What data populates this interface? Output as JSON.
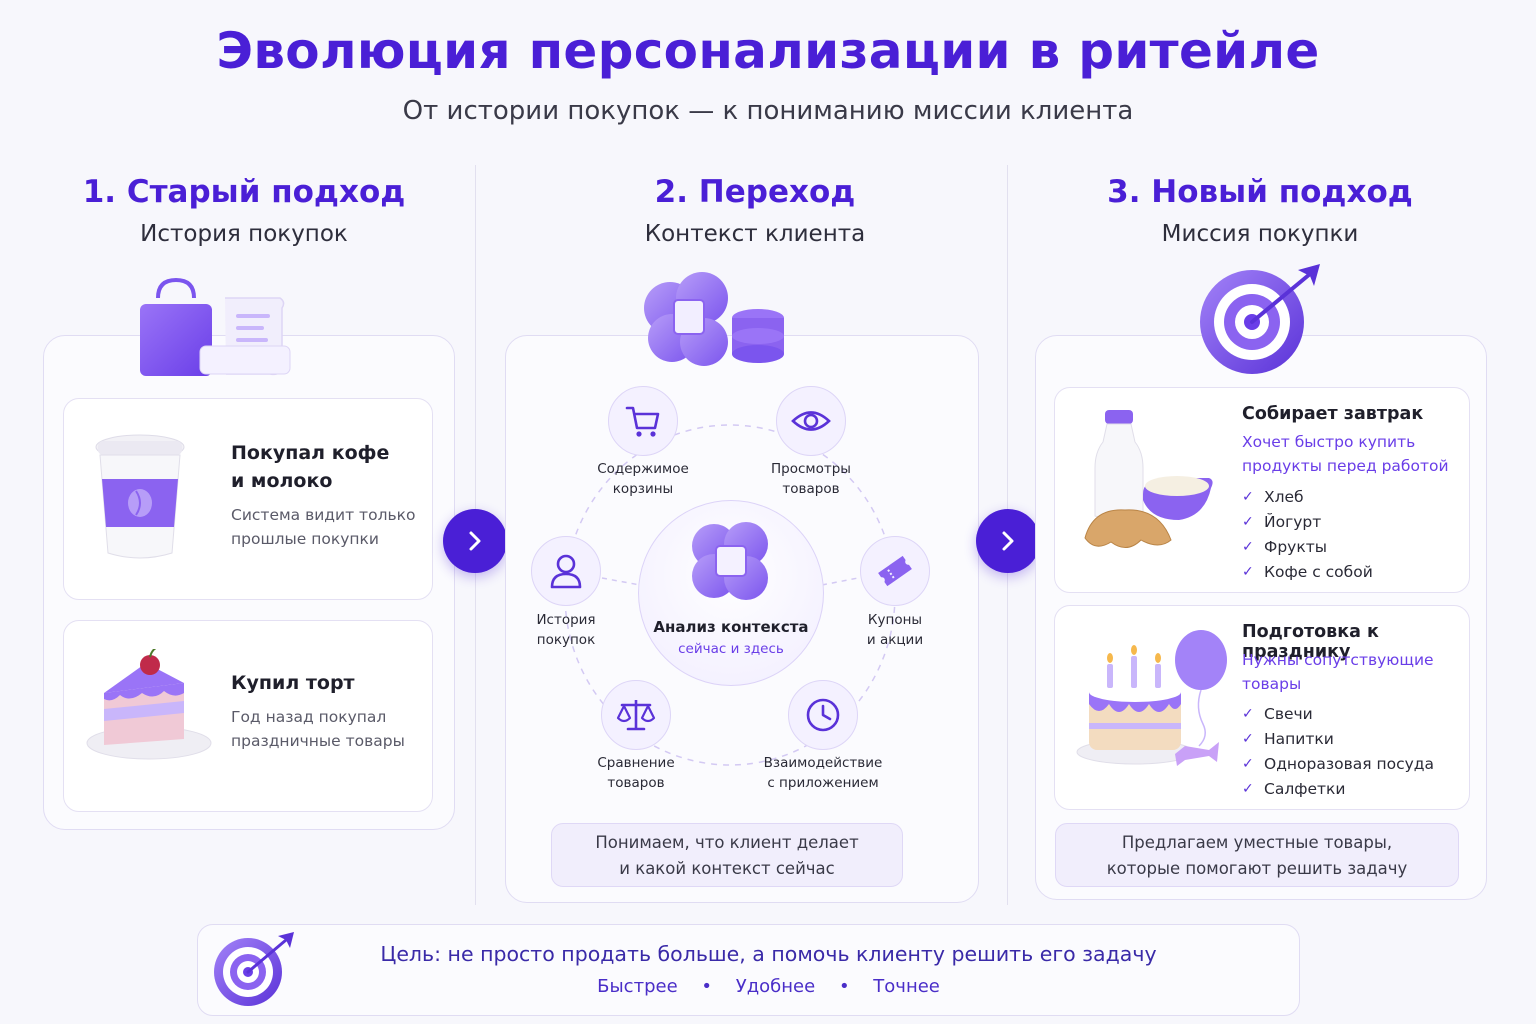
{
  "title": "Эволюция персонализации в ритейле",
  "subtitle": "От истории покупок — к пониманию миссии клиента",
  "columns": [
    {
      "title": "1. Старый подход",
      "subtitle": "История покупок"
    },
    {
      "title": "2. Переход",
      "subtitle": "Контекст клиента"
    },
    {
      "title": "3. Новый подход",
      "subtitle": "Миссия покупки"
    }
  ],
  "old_cards": [
    {
      "title_line1": "Покупал кофе",
      "title_line2": "и молоко",
      "desc_line1": "Система видит только",
      "desc_line2": "прошлые покупки",
      "icon": "coffee-cup-icon"
    },
    {
      "title_line1": "Купил торт",
      "desc_line1": "Год назад покупал",
      "desc_line2": "праздничные товары",
      "icon": "cake-slice-icon"
    }
  ],
  "transition": {
    "center_title": "Анализ контекста",
    "center_sub": "сейчас и здесь",
    "nodes": [
      {
        "line1": "Содержимое",
        "line2": "корзины",
        "icon": "cart-icon"
      },
      {
        "line1": "Просмотры",
        "line2": "товаров",
        "icon": "eye-icon"
      },
      {
        "line1": "История",
        "line2": "покупок",
        "icon": "user-icon"
      },
      {
        "line1": "Купоны",
        "line2": "и акции",
        "icon": "coupon-icon"
      },
      {
        "line1": "Сравнение",
        "line2": "товаров",
        "icon": "scales-icon"
      },
      {
        "line1": "Взаимодействие",
        "line2": "с приложением",
        "icon": "clock-icon"
      }
    ],
    "note_line1": "Понимаем, что клиент делает",
    "note_line2": "и какой контекст сейчас"
  },
  "missions": [
    {
      "title": "Собирает завтрак",
      "sub_line1": "Хочет быстро купить",
      "sub_line2": "продукты перед работой",
      "items": [
        "Хлеб",
        "Йогурт",
        "Фрукты",
        "Кофе с собой"
      ],
      "icon": "breakfast-icon"
    },
    {
      "title": "Подготовка к празднику",
      "sub_line1": "Нужны сопутствующие",
      "sub_line2": "товары",
      "items": [
        "Свечи",
        "Напитки",
        "Одноразовая посуда",
        "Салфетки"
      ],
      "icon": "birthday-cake-icon"
    }
  ],
  "new_note_line1": "Предлагаем уместные товары,",
  "new_note_line2": "которые помогают решить задачу",
  "goal": {
    "text": "Цель: не просто продать больше, а помочь клиенту решить его задачу",
    "tags": [
      "Быстрее",
      "Удобнее",
      "Точнее"
    ],
    "separator": "•"
  },
  "colors": {
    "accent": "#4a1fd6",
    "violet": "#8b63f0",
    "light_violet": "#c9b6fb"
  }
}
